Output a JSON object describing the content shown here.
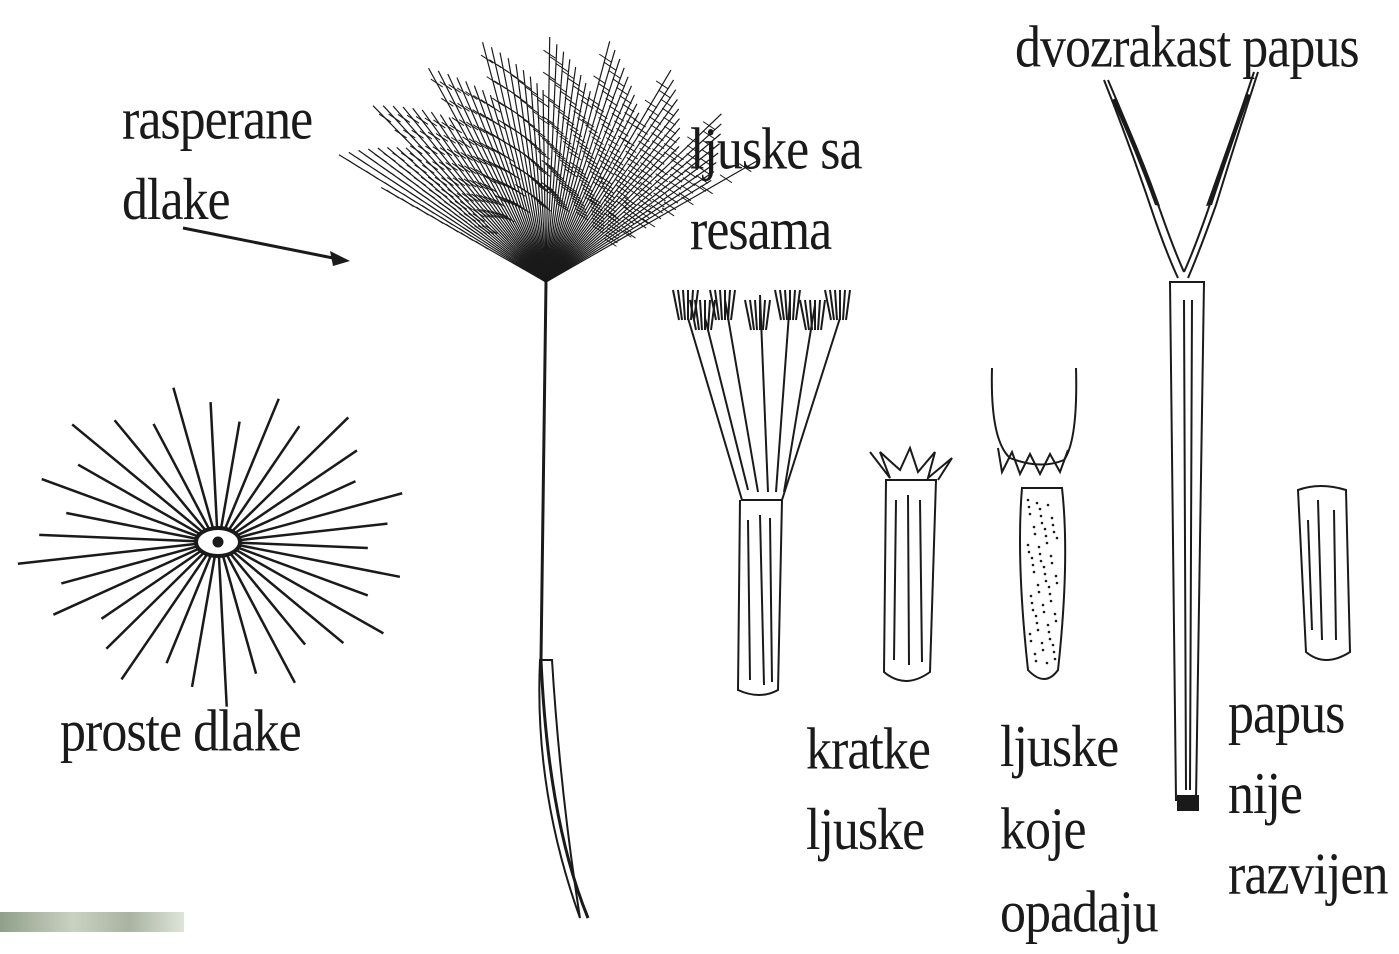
{
  "labels": {
    "rasperane": [
      "rasperane",
      "dlake"
    ],
    "ljuske_resama": [
      "ljuske sa",
      "resama"
    ],
    "dvozrakast": [
      "dvozrakast papus"
    ],
    "proste": [
      "proste dlake"
    ],
    "kratke": [
      "kratke",
      "ljuske"
    ],
    "opadaju": [
      "ljuske",
      "koje",
      "opadaju"
    ],
    "nije": [
      "papus",
      "nije",
      "razvijen"
    ]
  },
  "colors": {
    "ink": "#1a1a1a",
    "background": "#ffffff"
  }
}
